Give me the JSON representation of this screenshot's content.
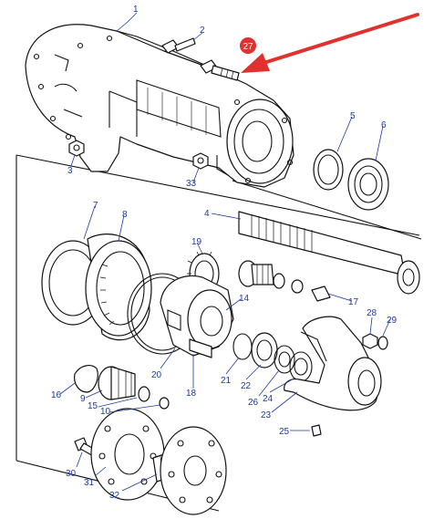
{
  "highlight": {
    "label": "27",
    "color": "#e0312e"
  },
  "label_color": "#1e3a9e",
  "callouts": [
    "1",
    "2",
    "3",
    "4",
    "5",
    "6",
    "7",
    "8",
    "9",
    "10",
    "14",
    "15",
    "16",
    "17",
    "18",
    "19",
    "20",
    "21",
    "22",
    "23",
    "24",
    "25",
    "26",
    "28",
    "29",
    "30",
    "31",
    "32",
    "33"
  ]
}
